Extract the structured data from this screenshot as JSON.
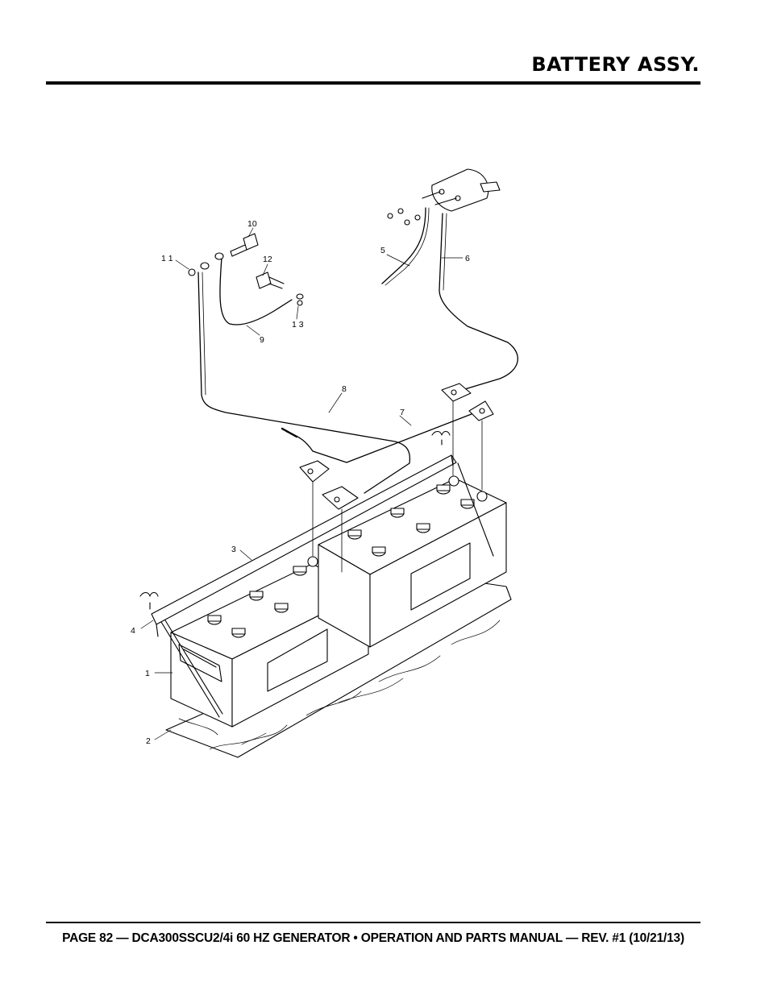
{
  "header": {
    "title": "BATTERY ASSY."
  },
  "diagram": {
    "callouts": [
      {
        "id": "1",
        "text": "1"
      },
      {
        "id": "2",
        "text": "2"
      },
      {
        "id": "3",
        "text": "3"
      },
      {
        "id": "4",
        "text": "4"
      },
      {
        "id": "5",
        "text": "5"
      },
      {
        "id": "6",
        "text": "6"
      },
      {
        "id": "7",
        "text": "7"
      },
      {
        "id": "8",
        "text": "8"
      },
      {
        "id": "9",
        "text": "9"
      },
      {
        "id": "10",
        "text": "10"
      },
      {
        "id": "11",
        "text": "1 1"
      },
      {
        "id": "12",
        "text": "12"
      },
      {
        "id": "13",
        "text": "1 3"
      }
    ]
  },
  "footer": {
    "text": "PAGE 82 — DCA300SSCU2/4i 60 HZ GENERATOR • OPERATION AND PARTS MANUAL — REV. #1 (10/21/13)"
  }
}
